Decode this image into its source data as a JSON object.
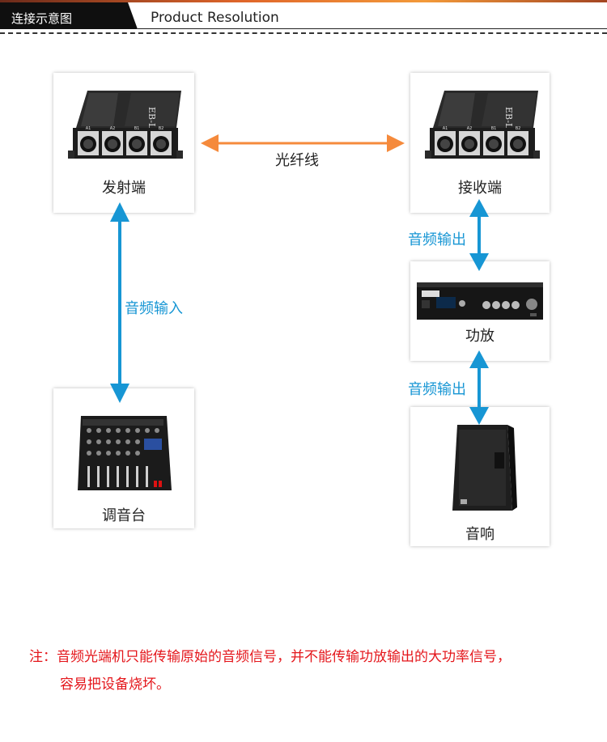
{
  "header": {
    "tab_title": "连接示意图",
    "subtitle": "Product Resolution"
  },
  "nodes": {
    "transmitter": {
      "label": "发射端",
      "brand": "EB-LINK",
      "ports": [
        "A1",
        "A2",
        "B1",
        "B2"
      ]
    },
    "receiver": {
      "label": "接收端",
      "brand": "EB-LINK",
      "ports": [
        "A1",
        "A2",
        "B1",
        "B2"
      ]
    },
    "mixer": {
      "label": "调音台"
    },
    "amplifier": {
      "label": "功放"
    },
    "speaker": {
      "label": "音响"
    }
  },
  "edges": {
    "fiber": {
      "label": "光纤线",
      "color": "#f58a3c"
    },
    "audio_in": {
      "label": "音频输入",
      "color": "#1796d4"
    },
    "audio_out_1": {
      "label": "音频输出",
      "color": "#1796d4"
    },
    "audio_out_2": {
      "label": "音频输出",
      "color": "#1796d4"
    }
  },
  "note": {
    "line1": "注：音频光端机只能传输原始的音频信号，并不能传输功放输出的大功率信号，",
    "line2": "容易把设备烧坏。"
  }
}
